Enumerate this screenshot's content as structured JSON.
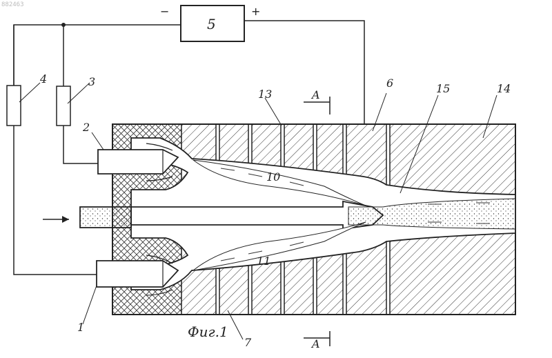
{
  "watermark": "882463",
  "caption": "Фиг.1",
  "labels": {
    "n1": "1",
    "n2": "2",
    "n3": "3",
    "n4": "4",
    "n5": "5",
    "n6": "6",
    "n7": "7",
    "n10": "10",
    "n11": "11",
    "n13": "13",
    "n14": "14",
    "n15": "15"
  },
  "section": {
    "top": "A",
    "bottom": "A"
  },
  "polarity": {
    "minus": "−",
    "plus": "+"
  }
}
